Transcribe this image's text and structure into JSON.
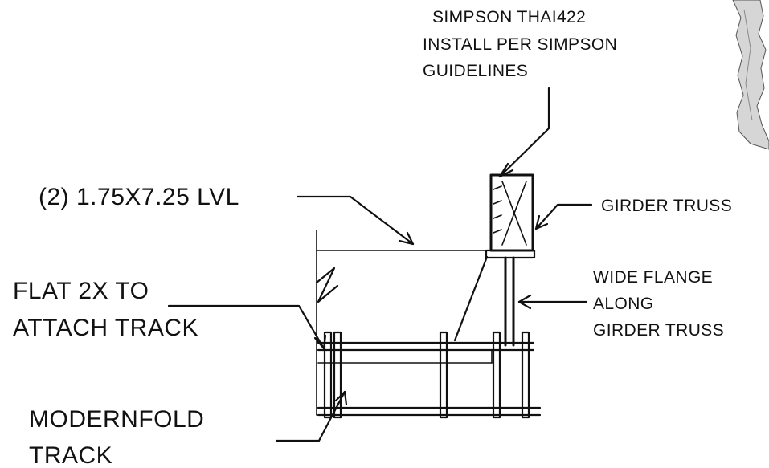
{
  "labels": {
    "simpson_line1": "SIMPSON THAI422",
    "simpson_line2": "INSTALL PER SIMPSON",
    "simpson_line3": "GUIDELINES",
    "lvl": "(2) 1.75X7.25 LVL",
    "girder_truss": "GIRDER TRUSS",
    "wide_flange_line1": "WIDE FLANGE",
    "wide_flange_line2": "ALONG",
    "wide_flange_line3": "GIRDER TRUSS",
    "flat2x_line1": "FLAT 2X TO",
    "flat2x_line2": "ATTACH TRACK",
    "modernfold_line1": "MODERNFOLD",
    "modernfold_line2": "TRACK"
  }
}
